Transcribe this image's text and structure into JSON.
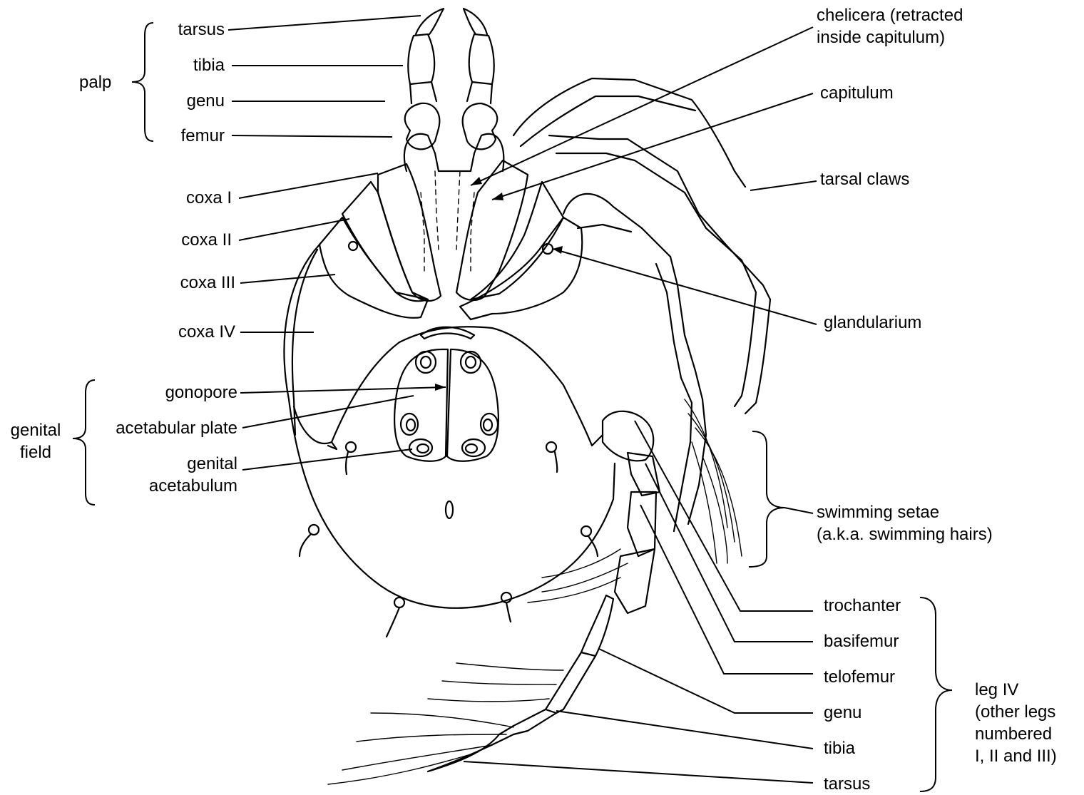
{
  "labels": {
    "palp_group": "palp",
    "palp_tarsus": "tarsus",
    "palp_tibia": "tibia",
    "palp_genu": "genu",
    "palp_femur": "femur",
    "coxa_1": "coxa I",
    "coxa_2": "coxa II",
    "coxa_3": "coxa III",
    "coxa_4": "coxa IV",
    "genital_field": "genital\nfield",
    "gonopore": "gonopore",
    "acetabular_plate": "acetabular plate",
    "genital_acetabulum": "genital\nacetabulum",
    "chelicera": "chelicera (retracted\ninside capitulum)",
    "capitulum": "capitulum",
    "tarsal_claws": "tarsal claws",
    "glandularium": "glandularium",
    "swimming_setae": "swimming setae\n(a.k.a. swimming hairs)",
    "trochanter": "trochanter",
    "basifemur": "basifemur",
    "telofemur": "telofemur",
    "leg_genu": "genu",
    "leg_tibia": "tibia",
    "leg_tarsus": "tarsus",
    "leg_iv": "leg IV\n(other legs\nnumbered\nI, II and III)"
  }
}
